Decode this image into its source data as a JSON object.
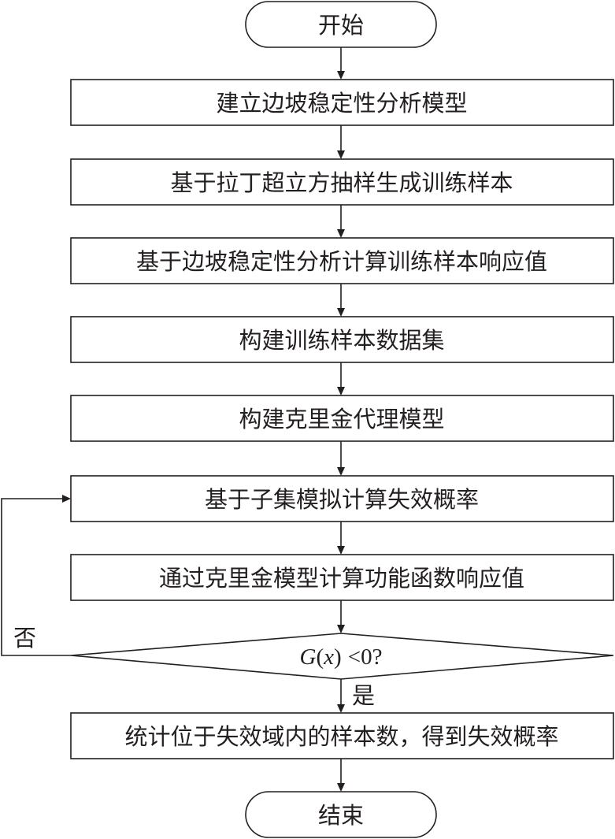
{
  "flowchart": {
    "start": "开始",
    "steps": [
      "建立边坡稳定性分析模型",
      "基于拉丁超立方抽样生成训练样本",
      "基于边坡稳定性分析计算训练样本响应值",
      "构建训练样本数据集",
      "构建克里金代理模型",
      "基于子集模拟计算失效概率",
      "通过克里金模型计算功能函数响应值"
    ],
    "decision": {
      "g": "G",
      "x_open": "(",
      "x": "x",
      "x_close": ")",
      "rest": "<0?"
    },
    "no_label": "否",
    "yes_label": "是",
    "final_step": "统计位于失效域内的样本数，得到失效概率",
    "end": "结束"
  },
  "colors": {
    "stroke": "#231f20",
    "background": "#ffffff"
  }
}
